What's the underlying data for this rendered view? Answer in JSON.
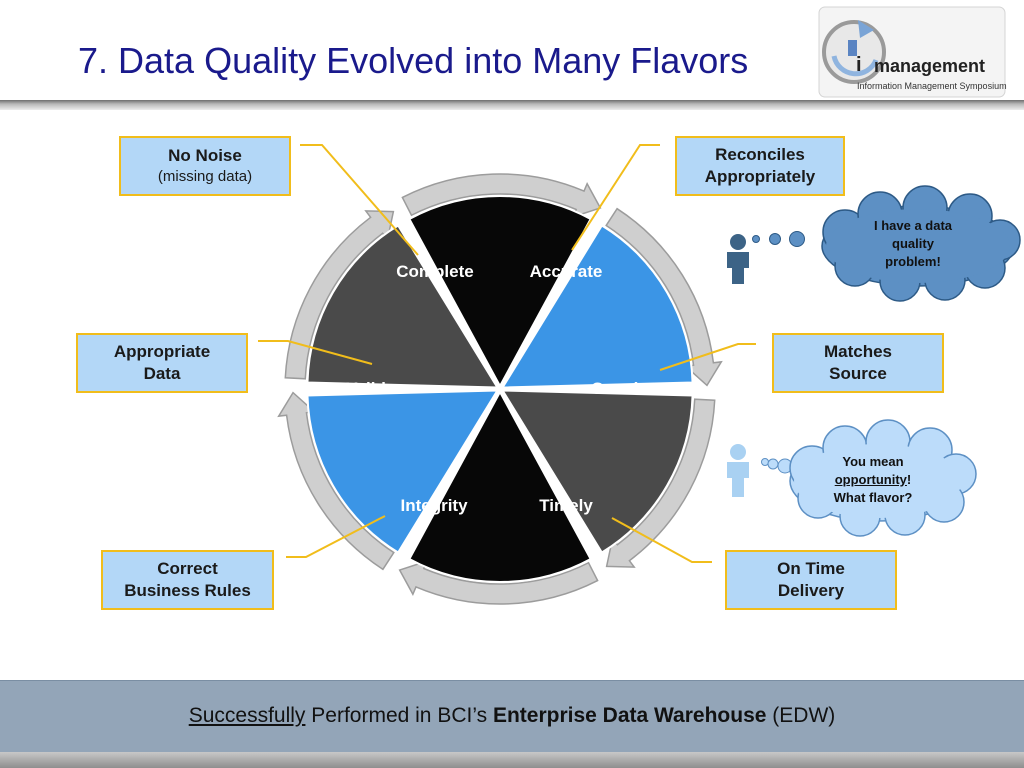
{
  "slide": {
    "title": "7. Data Quality Evolved into Many Flavors"
  },
  "logo": {
    "mark": "i",
    "name": "management",
    "tagline": "Information Management Symposium"
  },
  "wheel": {
    "segments": [
      {
        "label": "Complete",
        "color": "#070707"
      },
      {
        "label": "Accurate",
        "color": "#3b95e6"
      },
      {
        "label": "Consistent",
        "color": "#4a4a4a"
      },
      {
        "label": "Timely",
        "color": "#070707"
      },
      {
        "label": "Integrity",
        "color": "#3b95e6"
      },
      {
        "label": "Valid",
        "color": "#4a4a4a"
      }
    ]
  },
  "boxes": {
    "no_noise": {
      "title": "No Noise",
      "sub": "(missing data)"
    },
    "reconciles": {
      "line1": "Reconciles",
      "line2": "Appropriately"
    },
    "appropriate": {
      "line1": "Appropriate",
      "line2": "Data"
    },
    "matches": {
      "line1": "Matches",
      "line2": "Source"
    },
    "correct": {
      "line1": "Correct",
      "line2": "Business Rules"
    },
    "on_time": {
      "line1": "On Time",
      "line2": "Delivery"
    }
  },
  "bubbles": {
    "problem": {
      "line1": "I have a data",
      "line2": "quality",
      "line3": "problem!"
    },
    "opportunity": {
      "line1": "You mean",
      "line2": "opportunity",
      "line2_suffix": "!",
      "line3": "What flavor?"
    }
  },
  "footer": {
    "underlined": "Successfully",
    "middle": " Performed in BCI’s ",
    "bold": "Enterprise Data Warehouse",
    "end": " (EDW)"
  },
  "colors": {
    "title": "#1a1a8c",
    "box_fill": "#b3d7f7",
    "box_border": "#f1bd1b",
    "connector": "#f1bd1b",
    "footer_band": "#93a5b8",
    "person_dark": "#3c6386",
    "person_light": "#a9d1f2",
    "cloud_dark": "#5d90c4",
    "cloud_light": "#bcdcfa"
  }
}
